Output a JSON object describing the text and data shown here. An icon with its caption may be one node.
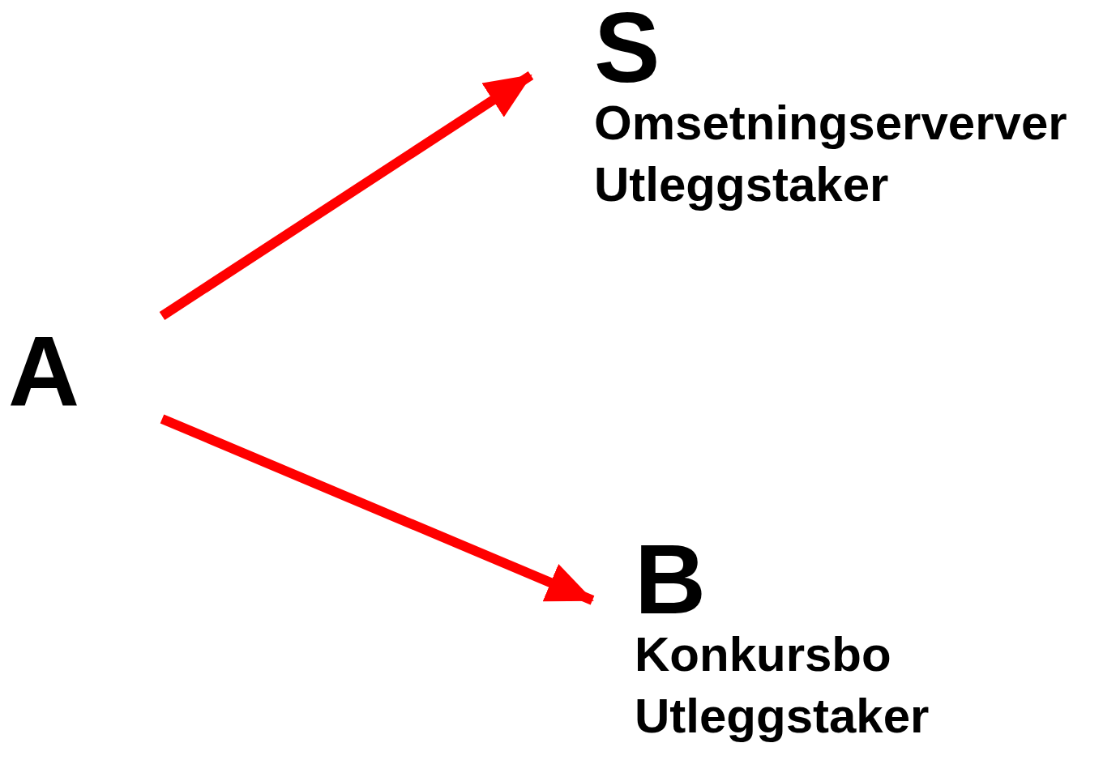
{
  "diagram": {
    "nodes": [
      {
        "text": [
          "A"
        ]
      },
      {
        "text": [
          "S",
          "Omsetningserverver",
          "Utleggstaker"
        ]
      },
      {
        "text": [
          "B",
          "Konkursbo",
          "Utleggstaker"
        ]
      }
    ],
    "edges": [
      {
        "from": 0,
        "to": 1,
        "arrow": "to",
        "color": "#ff0000"
      },
      {
        "from": 0,
        "to": 2,
        "arrow": "to",
        "color": "#ff0000"
      }
    ]
  }
}
